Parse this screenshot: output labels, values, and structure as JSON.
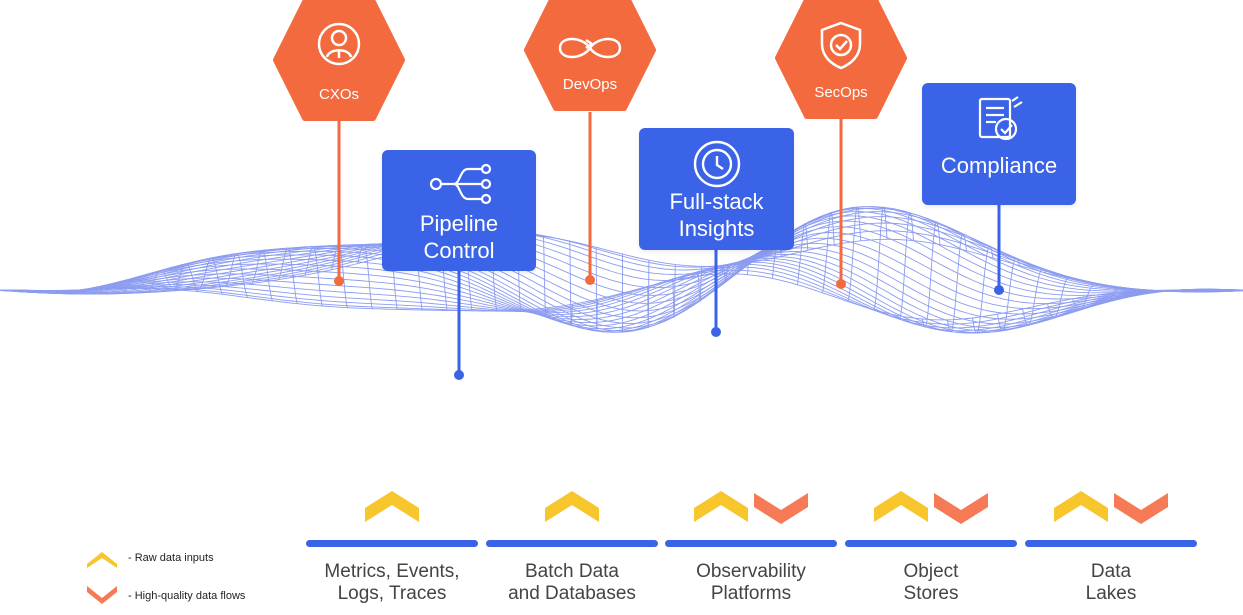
{
  "roles": [
    {
      "id": "cxos",
      "label": "CXOs",
      "icon": "person-icon"
    },
    {
      "id": "devops",
      "label": "DevOps",
      "icon": "infinity-icon"
    },
    {
      "id": "secops",
      "label": "SecOps",
      "icon": "shield-check-icon"
    }
  ],
  "capabilities": [
    {
      "id": "pipeline",
      "line1": "Pipeline",
      "line2": "Control",
      "icon": "network-flow-icon"
    },
    {
      "id": "insights",
      "line1": "Full-stack",
      "line2": "Insights",
      "icon": "clock-icon"
    },
    {
      "id": "compliance",
      "line1": "Compliance",
      "line2": "",
      "icon": "checklist-icon"
    }
  ],
  "sources": [
    {
      "line1": "Metrics, Events,",
      "line2": "Logs, Traces",
      "flows": [
        "raw"
      ]
    },
    {
      "line1": "Batch Data",
      "line2": "and Databases",
      "flows": [
        "raw"
      ]
    },
    {
      "line1": "Observability",
      "line2": "Platforms",
      "flows": [
        "raw",
        "quality"
      ]
    },
    {
      "line1": "Object",
      "line2": "Stores",
      "flows": [
        "raw",
        "quality"
      ]
    },
    {
      "line1": "Data",
      "line2": "Lakes",
      "flows": [
        "raw",
        "quality"
      ]
    }
  ],
  "legend": {
    "raw": "- Raw data inputs",
    "quality": "- High-quality data flows"
  },
  "colors": {
    "orange": "#f26a3d",
    "blue": "#3a63e8",
    "mesh": "#8c9cf0",
    "yellow": "#f7c52c",
    "salmon": "#f57a55"
  }
}
